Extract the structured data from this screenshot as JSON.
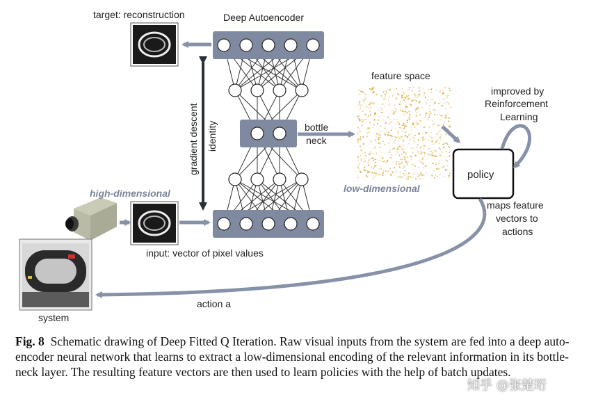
{
  "labels": {
    "target": "target: reconstruction",
    "autoencoder": "Deep Autoencoder",
    "feature_space": "feature space",
    "improved_1": "improved by",
    "improved_2": "Reinforcement",
    "improved_3": "Learning",
    "gradient": "gradient descent",
    "identity": "identity",
    "bottle": "bottle",
    "neck": "neck",
    "policy": "policy",
    "high_dim": "high-dimensional",
    "low_dim": "low-dimensional",
    "maps_1": "maps feature",
    "maps_2": "vectors to",
    "maps_3": "actions",
    "input": "input: vector of pixel values",
    "action": "action a",
    "system": "system"
  },
  "caption": {
    "figure": "Fig. 8",
    "text": "Schematic drawing of Deep Fitted Q Iteration. Raw visual inputs from the system are fed into a deep auto-encoder neural network that learns to extract a low-dimensional encoding of the relevant information in its bottle-neck layer. The resulting feature vectors are then used to learn policies with the help of batch updates."
  },
  "watermark": "知乎 @张楚珩",
  "colors": {
    "arrow": "#8792a8",
    "box": "#7f89a0",
    "neuron_fill": "#ffffff",
    "feature_dots": "#d9a83a"
  }
}
